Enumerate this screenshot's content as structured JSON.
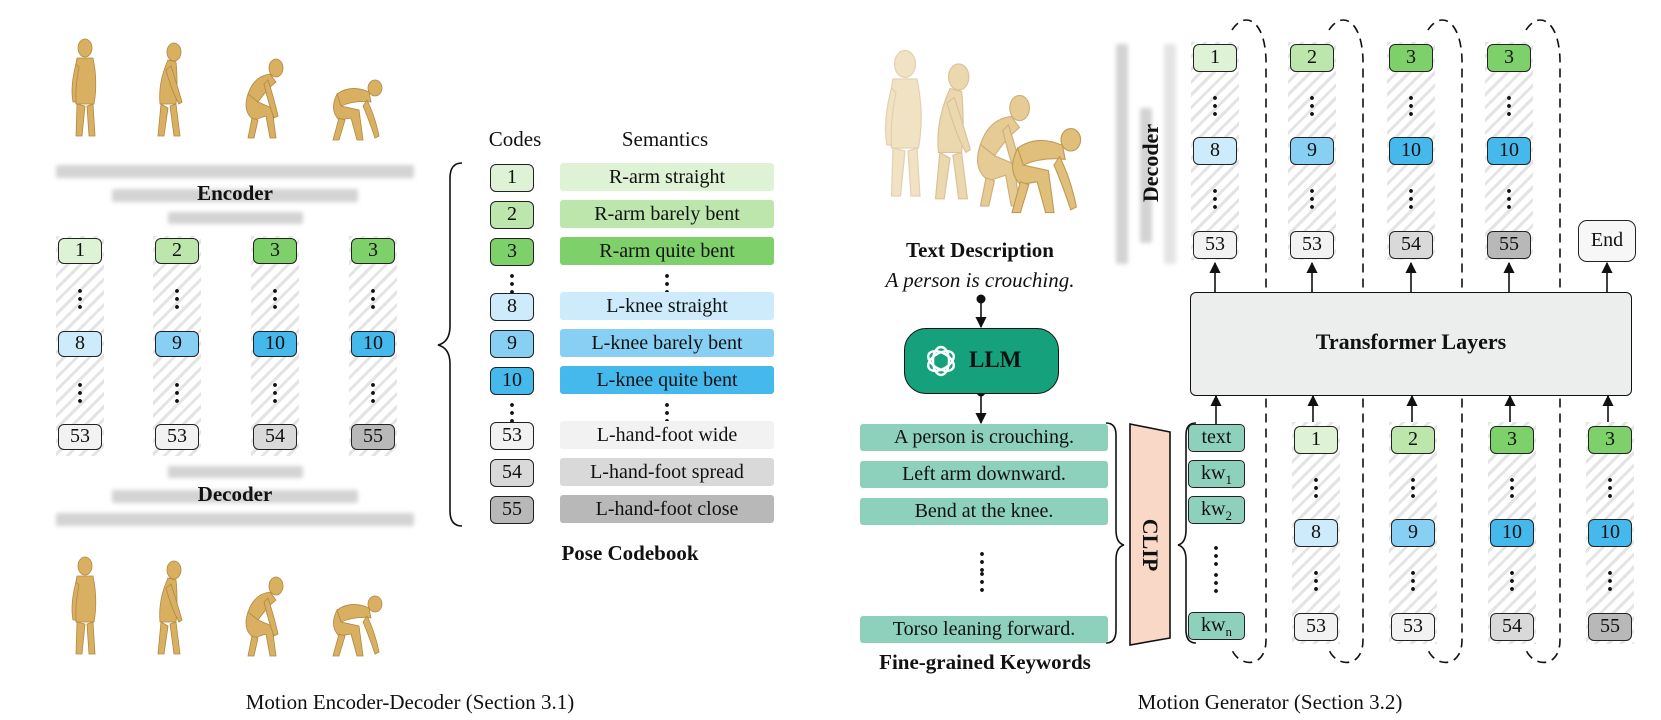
{
  "colors": {
    "c1": "#def2d5",
    "c2": "#bde6ad",
    "c3": "#7ed16a",
    "c8": "#cdebfa",
    "c9": "#87d0f3",
    "c10": "#45b8ec",
    "c53": "#f2f2f2",
    "c54": "#d9d9d9",
    "c55": "#b8b8b8",
    "llm": "#14a17c",
    "keyword": "#8dd0bb",
    "clip": "#f9d8c8",
    "transformer": "#eceded"
  },
  "left": {
    "encoder_label": "Encoder",
    "decoder_label": "Decoder",
    "columns": [
      {
        "top": "1",
        "mid": "8",
        "bot": "53"
      },
      {
        "top": "2",
        "mid": "9",
        "bot": "53"
      },
      {
        "top": "3",
        "mid": "10",
        "bot": "54"
      },
      {
        "top": "3",
        "mid": "10",
        "bot": "55"
      }
    ],
    "caption": "Motion Encoder-Decoder (Section 3.1)"
  },
  "codebook": {
    "codes_header": "Codes",
    "semantics_header": "Semantics",
    "title": "Pose Codebook",
    "entries": [
      {
        "code": "1",
        "semantic": "R-arm straight"
      },
      {
        "code": "2",
        "semantic": "R-arm barely bent"
      },
      {
        "code": "3",
        "semantic": "R-arm quite bent"
      },
      {
        "code": "8",
        "semantic": "L-knee straight"
      },
      {
        "code": "9",
        "semantic": "L-knee barely bent"
      },
      {
        "code": "10",
        "semantic": "L-knee quite bent"
      },
      {
        "code": "53",
        "semantic": "L-hand-foot wide"
      },
      {
        "code": "54",
        "semantic": "L-hand-foot spread"
      },
      {
        "code": "55",
        "semantic": "L-hand-foot close"
      }
    ]
  },
  "right": {
    "text_desc_title": "Text Description",
    "text_desc": "A person is crouching.",
    "llm_label": "LLM",
    "keywords": [
      "A person is crouching.",
      "Left arm downward.",
      "Bend at the knee.",
      "Torso leaning forward."
    ],
    "keywords_title": "Fine-grained Keywords",
    "clip_label": "CLIP",
    "text_token": "text",
    "kw_base": "kw",
    "kw_subs": [
      "1",
      "2",
      "n"
    ],
    "transformer_label": "Transformer Layers",
    "decoder_label": "Decoder",
    "end_label": "End",
    "out_columns": [
      {
        "top": "1",
        "mid": "8",
        "bot": "53"
      },
      {
        "top": "2",
        "mid": "9",
        "bot": "53"
      },
      {
        "top": "3",
        "mid": "10",
        "bot": "54"
      },
      {
        "top": "3",
        "mid": "10",
        "bot": "55"
      }
    ],
    "in_columns": [
      {
        "top": "1",
        "mid": "8",
        "bot": "53"
      },
      {
        "top": "2",
        "mid": "9",
        "bot": "53"
      },
      {
        "top": "3",
        "mid": "10",
        "bot": "54"
      },
      {
        "top": "3",
        "mid": "10",
        "bot": "55"
      }
    ],
    "caption": "Motion Generator (Section 3.2)"
  }
}
